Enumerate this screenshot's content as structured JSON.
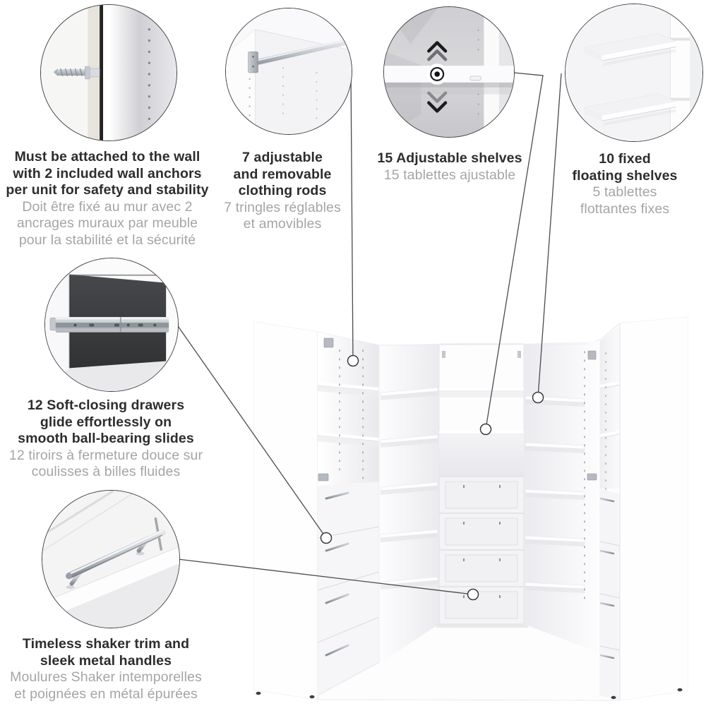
{
  "title": "Walk-in closet organizer features infographic",
  "language_pair": [
    "English",
    "French"
  ],
  "callouts": [
    {
      "id": "wall-anchor",
      "icon": "wall-anchor-detail-image",
      "en_lines": [
        "Must be attached to the wall",
        "with 2 included wall anchors",
        "per unit for safety and stability"
      ],
      "fr_lines": [
        "Doit être fixé au mur avec 2",
        "ancrages muraux par meuble",
        "pour la stabilité et la sécurité"
      ]
    },
    {
      "id": "clothing-rods",
      "icon": "clothing-rod-detail-image",
      "en_lines": [
        "7 adjustable",
        "and removable",
        "clothing rods"
      ],
      "fr_lines": [
        "7 tringles réglables",
        "et amovibles"
      ]
    },
    {
      "id": "adjustable-shelves",
      "icon": "adjustable-shelf-detail-image",
      "en_lines": [
        "15 Adjustable shelves"
      ],
      "fr_lines": [
        "15 tablettes ajustable"
      ]
    },
    {
      "id": "floating-shelves",
      "icon": "floating-shelves-detail-image",
      "en_lines": [
        "10 fixed",
        "floating shelves"
      ],
      "fr_lines": [
        "5 tablettes",
        "flottantes fixes"
      ]
    },
    {
      "id": "drawers",
      "icon": "drawer-slide-detail-image",
      "en_lines": [
        "12 Soft-closing drawers",
        "glide effortlessly on",
        "smooth ball-bearing slides"
      ],
      "fr_lines": [
        "12 tiroirs à fermeture douce sur",
        "coulisses à billes fluides"
      ]
    },
    {
      "id": "handles",
      "icon": "metal-handle-detail-image",
      "en_lines": [
        "Timeless shaker trim and",
        "sleek metal handles"
      ],
      "fr_lines": [
        "Moulures Shaker intemporelles",
        "et poignées en métal épurées"
      ]
    }
  ],
  "product": {
    "name": "White U-shaped walk-in closet organizer",
    "visible_parts": [
      "corner shelves",
      "floating shelves",
      "clothing rod",
      "center drawer tower",
      "side drawer stacks",
      "metal bar handles"
    ]
  },
  "colors": {
    "background": "#ffffff",
    "text_primary": "#2d2c2f",
    "text_secondary": "#a5a5a8",
    "connector_line": "#4b4b4e",
    "circle_border": "#3e3e41",
    "cabinet_white": "#fdfdfe",
    "shadow_gray": "#e9e9ed",
    "metal_silver": "#a7acb2",
    "drawer_box_dark": "#3a3c3e"
  }
}
